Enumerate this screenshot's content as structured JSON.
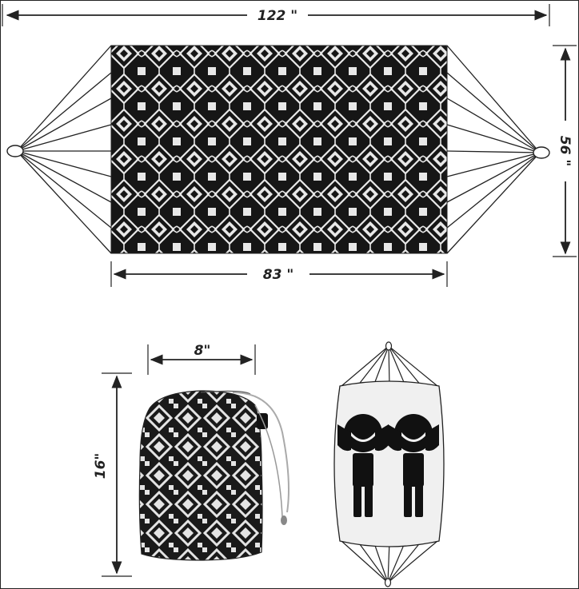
{
  "dimensions": {
    "overall_length": "122 \"",
    "bed_length": "83 \"",
    "bed_width": "56 \"",
    "bag_width": "8\"",
    "bag_height": "16\""
  },
  "colors": {
    "pattern_dark": "#161616",
    "pattern_light": "#e8e8e8",
    "figure": "#111111",
    "outline": "#222222",
    "bed_fill": "#f0f0f0"
  },
  "icons": {
    "bag": "drawstring-storage-bag-icon",
    "people": "two-people-lying-icon"
  }
}
